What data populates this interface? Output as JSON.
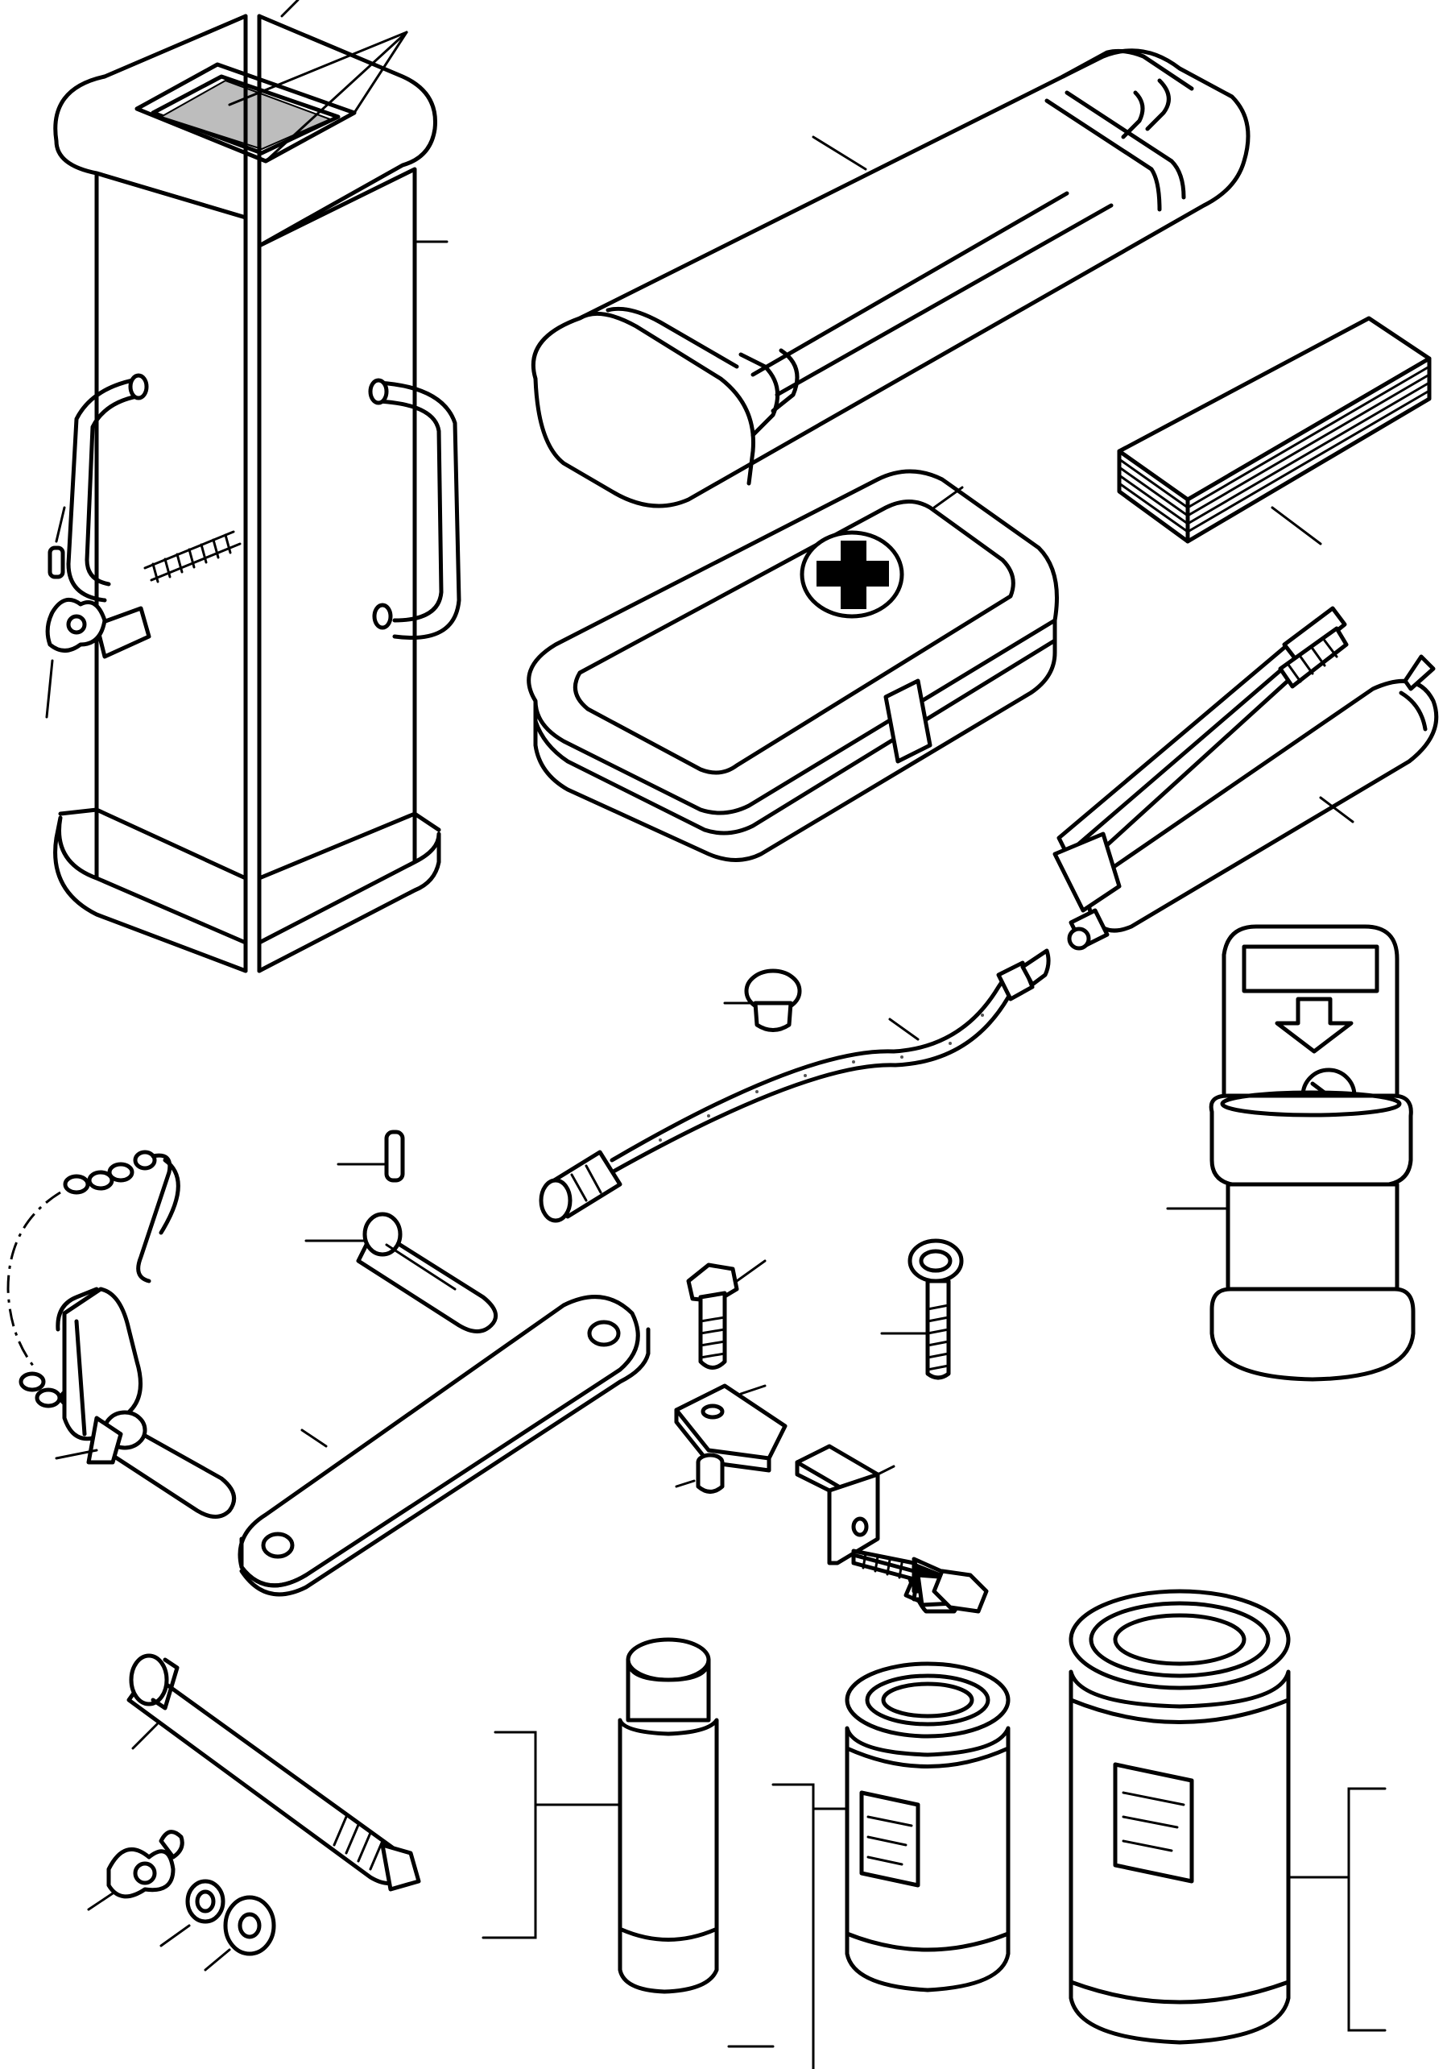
{
  "figure": {
    "kind": "exploded parts illustration",
    "colors": {
      "line": "#000000",
      "background": "#ffffff"
    },
    "parts": [
      "tool-box-cabinet",
      "warning-triangle-case",
      "label-sheets-stack",
      "first-aid-kit",
      "grease-gun",
      "grease-hose",
      "rubber-plug",
      "fire-extinguisher",
      "roll-pin",
      "clevis-pin",
      "linch-pin-with-chain",
      "tow-pin",
      "link-bar",
      "hex-bolt",
      "mounting-plate",
      "spacer-bushing",
      "angle-bracket",
      "flange-bolt",
      "eye-bolt",
      "threaded-shaft",
      "wing-nut",
      "lock-washer",
      "flat-washer",
      "spray-can",
      "small-paint-tin",
      "large-paint-tin"
    ]
  }
}
